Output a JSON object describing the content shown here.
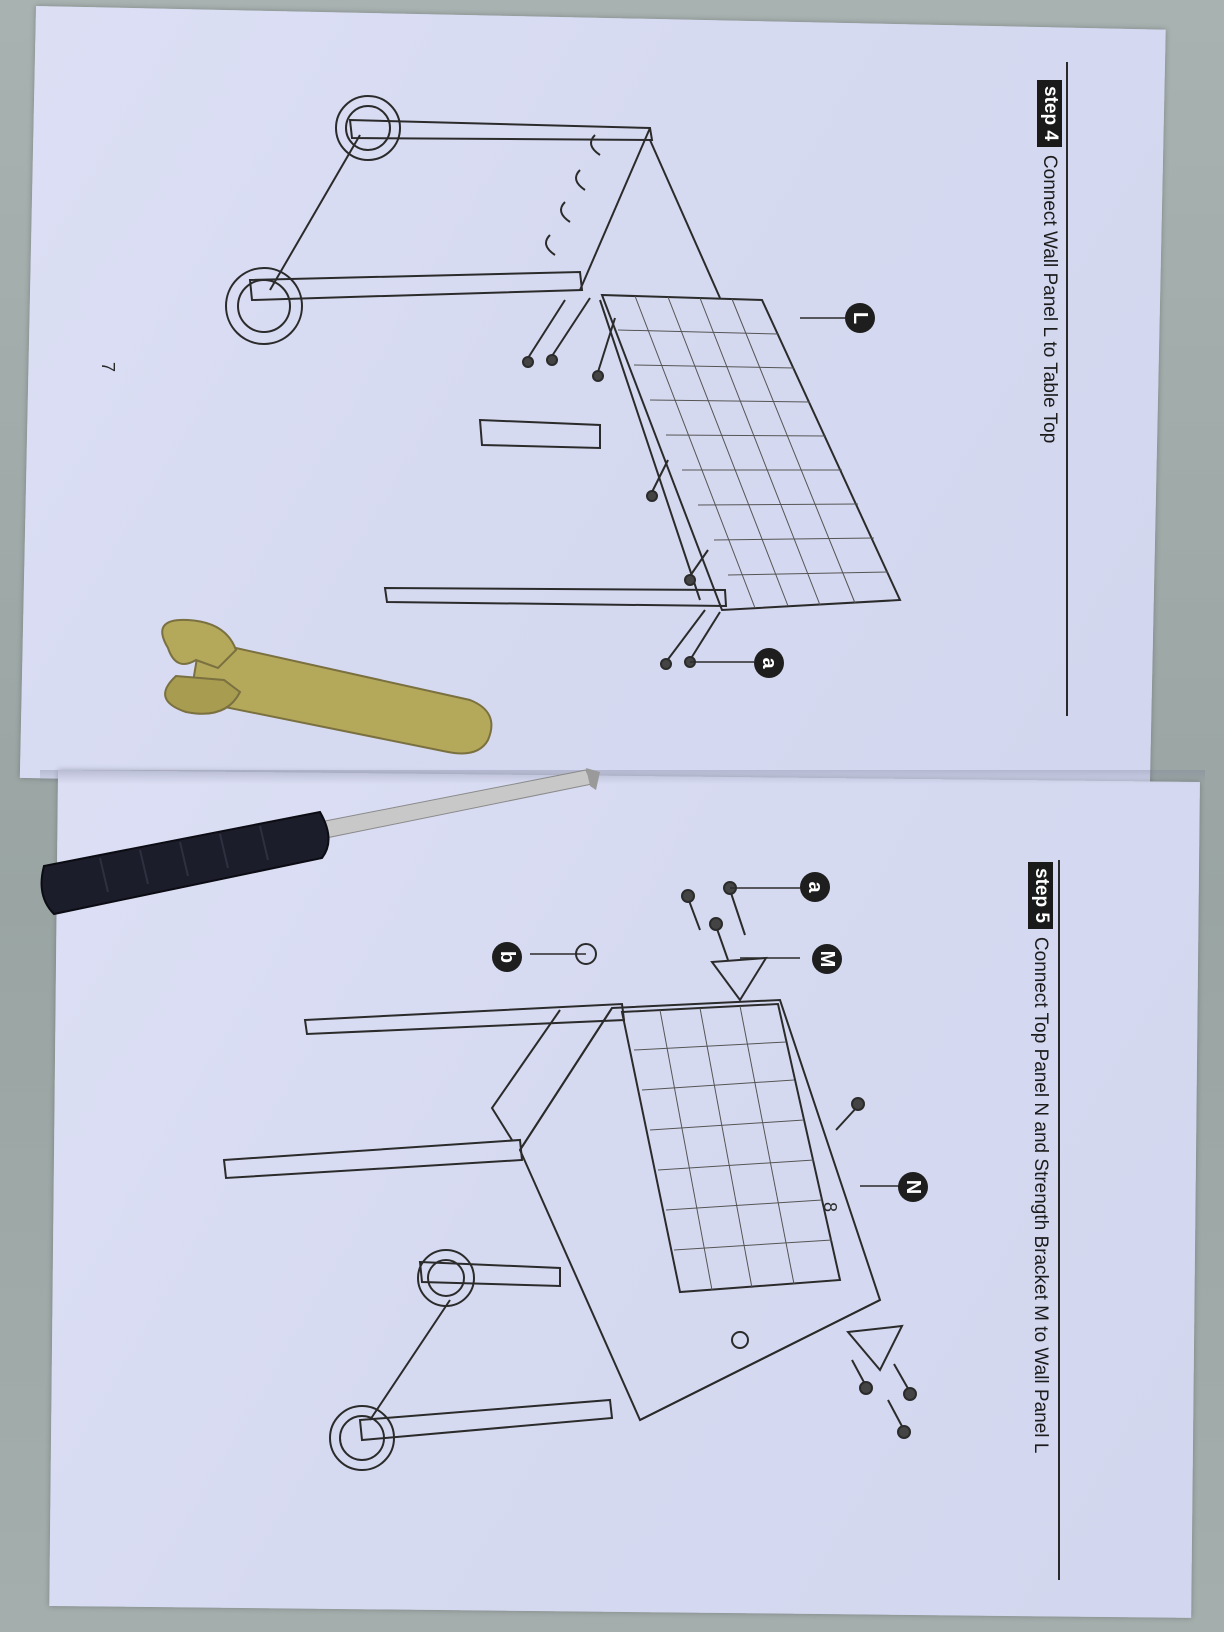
{
  "step4": {
    "badge": "step 4",
    "title": "Connect Wall Panel L to Table Top",
    "labels": {
      "panel": "L",
      "screw": "a"
    }
  },
  "step5": {
    "badge": "step 5",
    "title": "Connect Top Panel N and Strength Bracket M to Wall Panel L",
    "labels": {
      "nut": "b",
      "screw": "a",
      "bracket": "M",
      "panel": "N"
    }
  },
  "page_numbers": {
    "left": "7",
    "right": "8"
  }
}
